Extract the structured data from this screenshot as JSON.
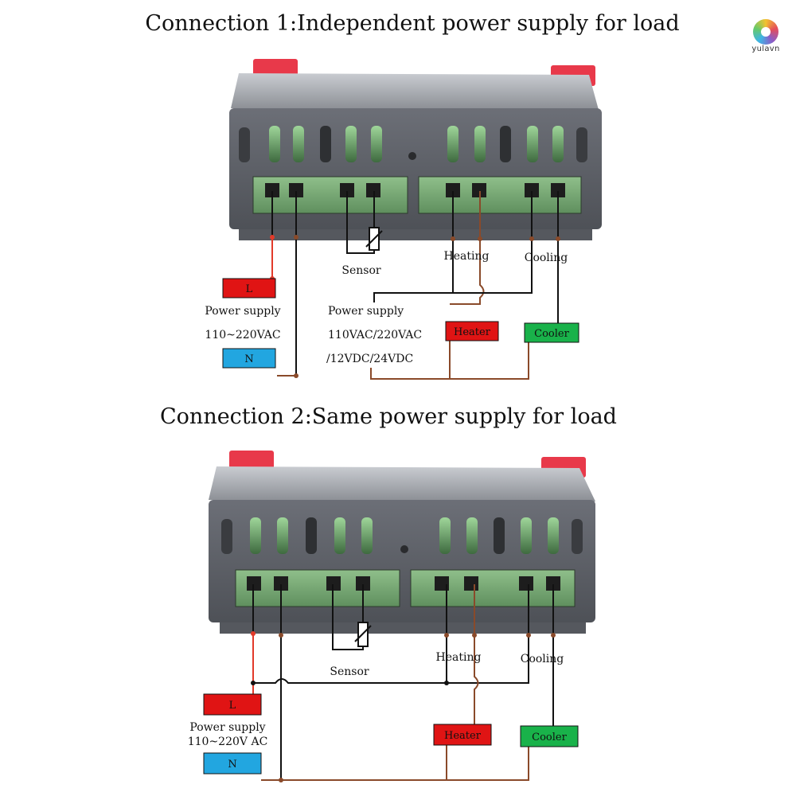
{
  "brand": {
    "name": "yulavn"
  },
  "diagram1": {
    "title": "Connection 1:Independent power supply for load",
    "labels": {
      "sensor": "Sensor",
      "heating": "Heating",
      "cooling": "Cooling",
      "L": "L",
      "N": "N",
      "power_supply_left": "Power supply",
      "voltage_left": "110~220VAC",
      "power_supply_right": "Power supply",
      "voltage_right_1": "110VAC/220VAC",
      "voltage_right_2": "/12VDC/24VDC",
      "heater": "Heater",
      "cooler": "Cooler"
    }
  },
  "diagram2": {
    "title": "Connection 2:Same power supply for load",
    "labels": {
      "sensor": "Sensor",
      "heating": "Heating",
      "cooling": "Cooling",
      "L": "L",
      "N": "N",
      "power_supply": "Power supply",
      "voltage": "110~220V AC",
      "heater": "Heater",
      "cooler": "Cooler"
    }
  },
  "colors": {
    "live": "#e01414",
    "neutral": "#22a6e0",
    "heater": "#e01414",
    "cooler": "#19b24a",
    "body": "#5c5f66",
    "terminal": "#7fae7b",
    "wire_red": "#e23a2a",
    "wire_brown": "#8a4a2a",
    "wire_black": "#111111"
  }
}
